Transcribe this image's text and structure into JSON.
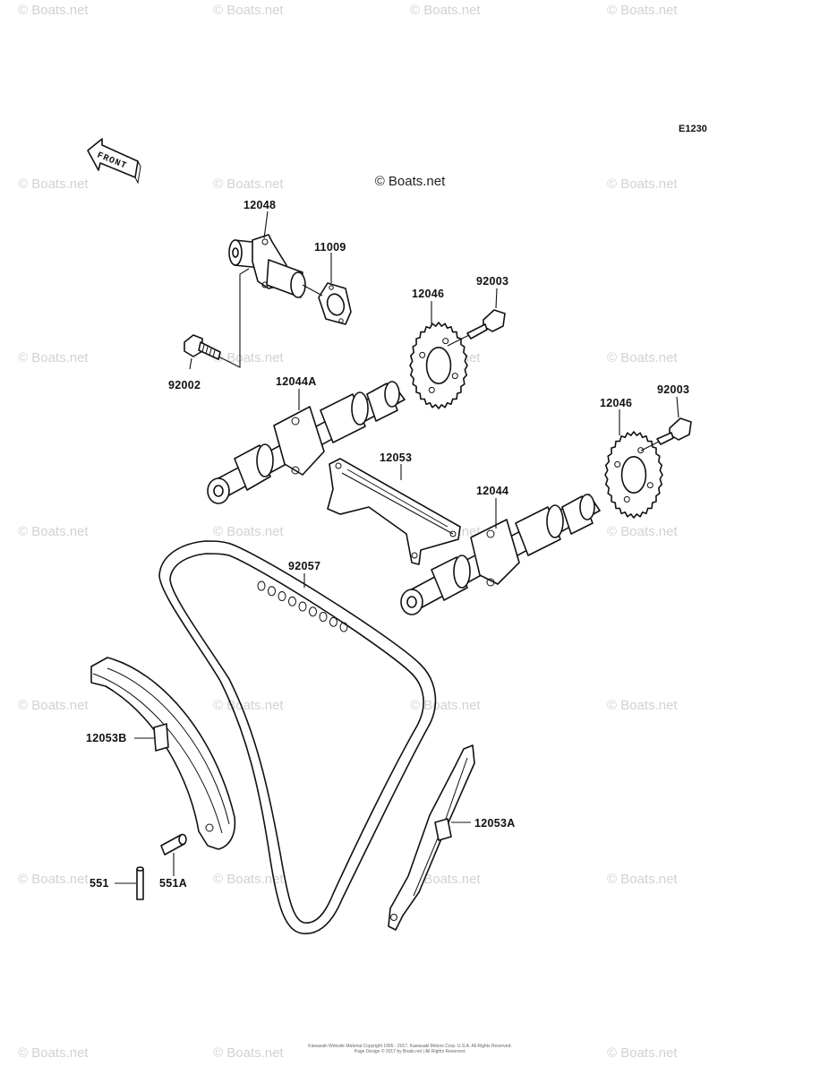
{
  "diagram_code": "E1230",
  "copyright_notice": "© Boats.net",
  "watermark_text": "© Boats.net",
  "front_label": "FRONT",
  "parts": [
    {
      "id": "12048"
    },
    {
      "id": "11009"
    },
    {
      "id": "92002"
    },
    {
      "id": "12046"
    },
    {
      "id": "92003"
    },
    {
      "id": "12044A"
    },
    {
      "id": "12053"
    },
    {
      "id": "12046"
    },
    {
      "id": "92003"
    },
    {
      "id": "12044"
    },
    {
      "id": "92057"
    },
    {
      "id": "12053B"
    },
    {
      "id": "12053A"
    },
    {
      "id": "551"
    },
    {
      "id": "551A"
    }
  ],
  "footer": {
    "line1": "Kawasaki Website Material Copyright 1995 - 2017, Kawasaki Motors Corp. U.S.A. All Rights Reserved.",
    "line2": "Page Design © 2017 by Boats.net | All Rights Reserved."
  }
}
